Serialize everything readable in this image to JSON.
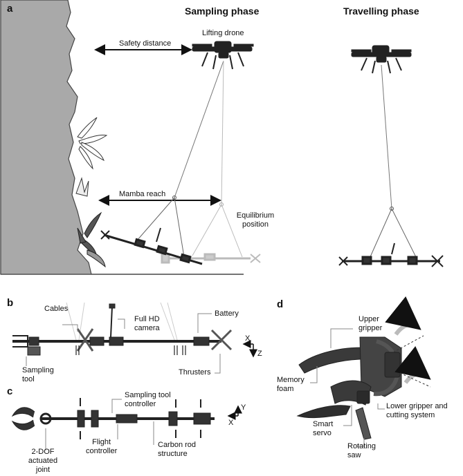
{
  "panels": {
    "a": "a",
    "b": "b",
    "c": "c",
    "d": "d"
  },
  "headers": {
    "sampling": "Sampling phase",
    "travelling": "Travelling phase"
  },
  "panel_a": {
    "lifting_drone": "Lifting drone",
    "safety_distance": "Safety distance",
    "mamba_reach": "Mamba reach",
    "equilibrium_line1": "Equilibrium",
    "equilibrium_line2": "position"
  },
  "panel_b": {
    "cables": "Cables",
    "camera_line1": "Full HD",
    "camera_line2": "camera",
    "battery": "Battery",
    "sampling_tool_line1": "Sampling",
    "sampling_tool_line2": "tool",
    "thrusters": "Thrusters",
    "axis_x": "X",
    "axis_z": "Z"
  },
  "panel_c": {
    "sampling_controller_line1": "Sampling tool",
    "sampling_controller_line2": "controller",
    "joint_line1": "2-DOF",
    "joint_line2": "actuated",
    "joint_line3": "joint",
    "flight_line1": "Flight",
    "flight_line2": "controller",
    "carbon_line1": "Carbon rod",
    "carbon_line2": "structure",
    "axis_x": "X",
    "axis_y": "Y"
  },
  "panel_d": {
    "upper_gripper_line1": "Upper",
    "upper_gripper_line2": "gripper",
    "memory_foam_line1": "Memory",
    "memory_foam_line2": "foam",
    "lower_gripper_line1": "Lower gripper and",
    "lower_gripper_line2": "cutting system",
    "smart_servo_line1": "Smart",
    "smart_servo_line2": "servo",
    "rotating_saw_line1": "Rotating",
    "rotating_saw_line2": "saw"
  }
}
